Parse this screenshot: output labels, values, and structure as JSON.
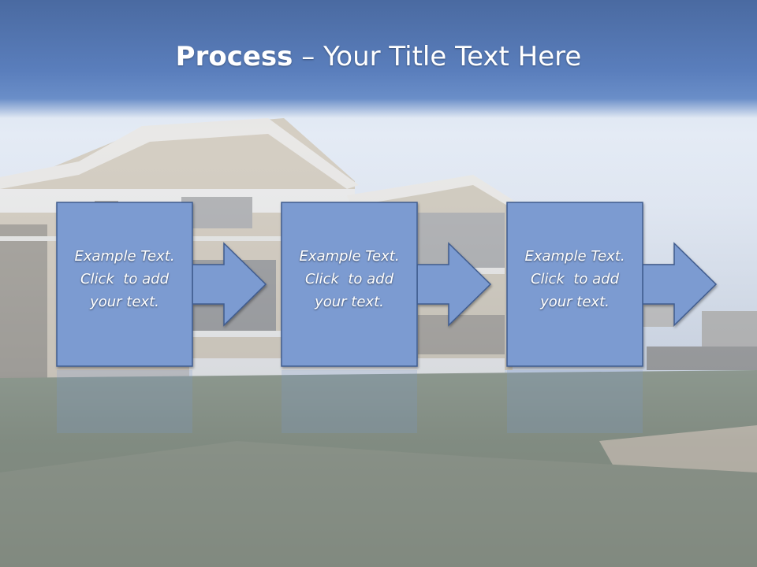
{
  "title": {
    "bold": "Process",
    "separator": " – ",
    "rest": "Your Title Text Here"
  },
  "steps": [
    {
      "line1": "Example Text.",
      "line2": "Click  to add",
      "line3": "your text."
    },
    {
      "line1": "Example Text.",
      "line2": "Click  to add",
      "line3": "your text."
    },
    {
      "line1": "Example Text.",
      "line2": "Click  to add",
      "line3": "your text."
    }
  ],
  "colors": {
    "box_fill": "#7b9bd1",
    "box_stroke": "#3f5b8e",
    "title_band": "#5a7ebc"
  }
}
